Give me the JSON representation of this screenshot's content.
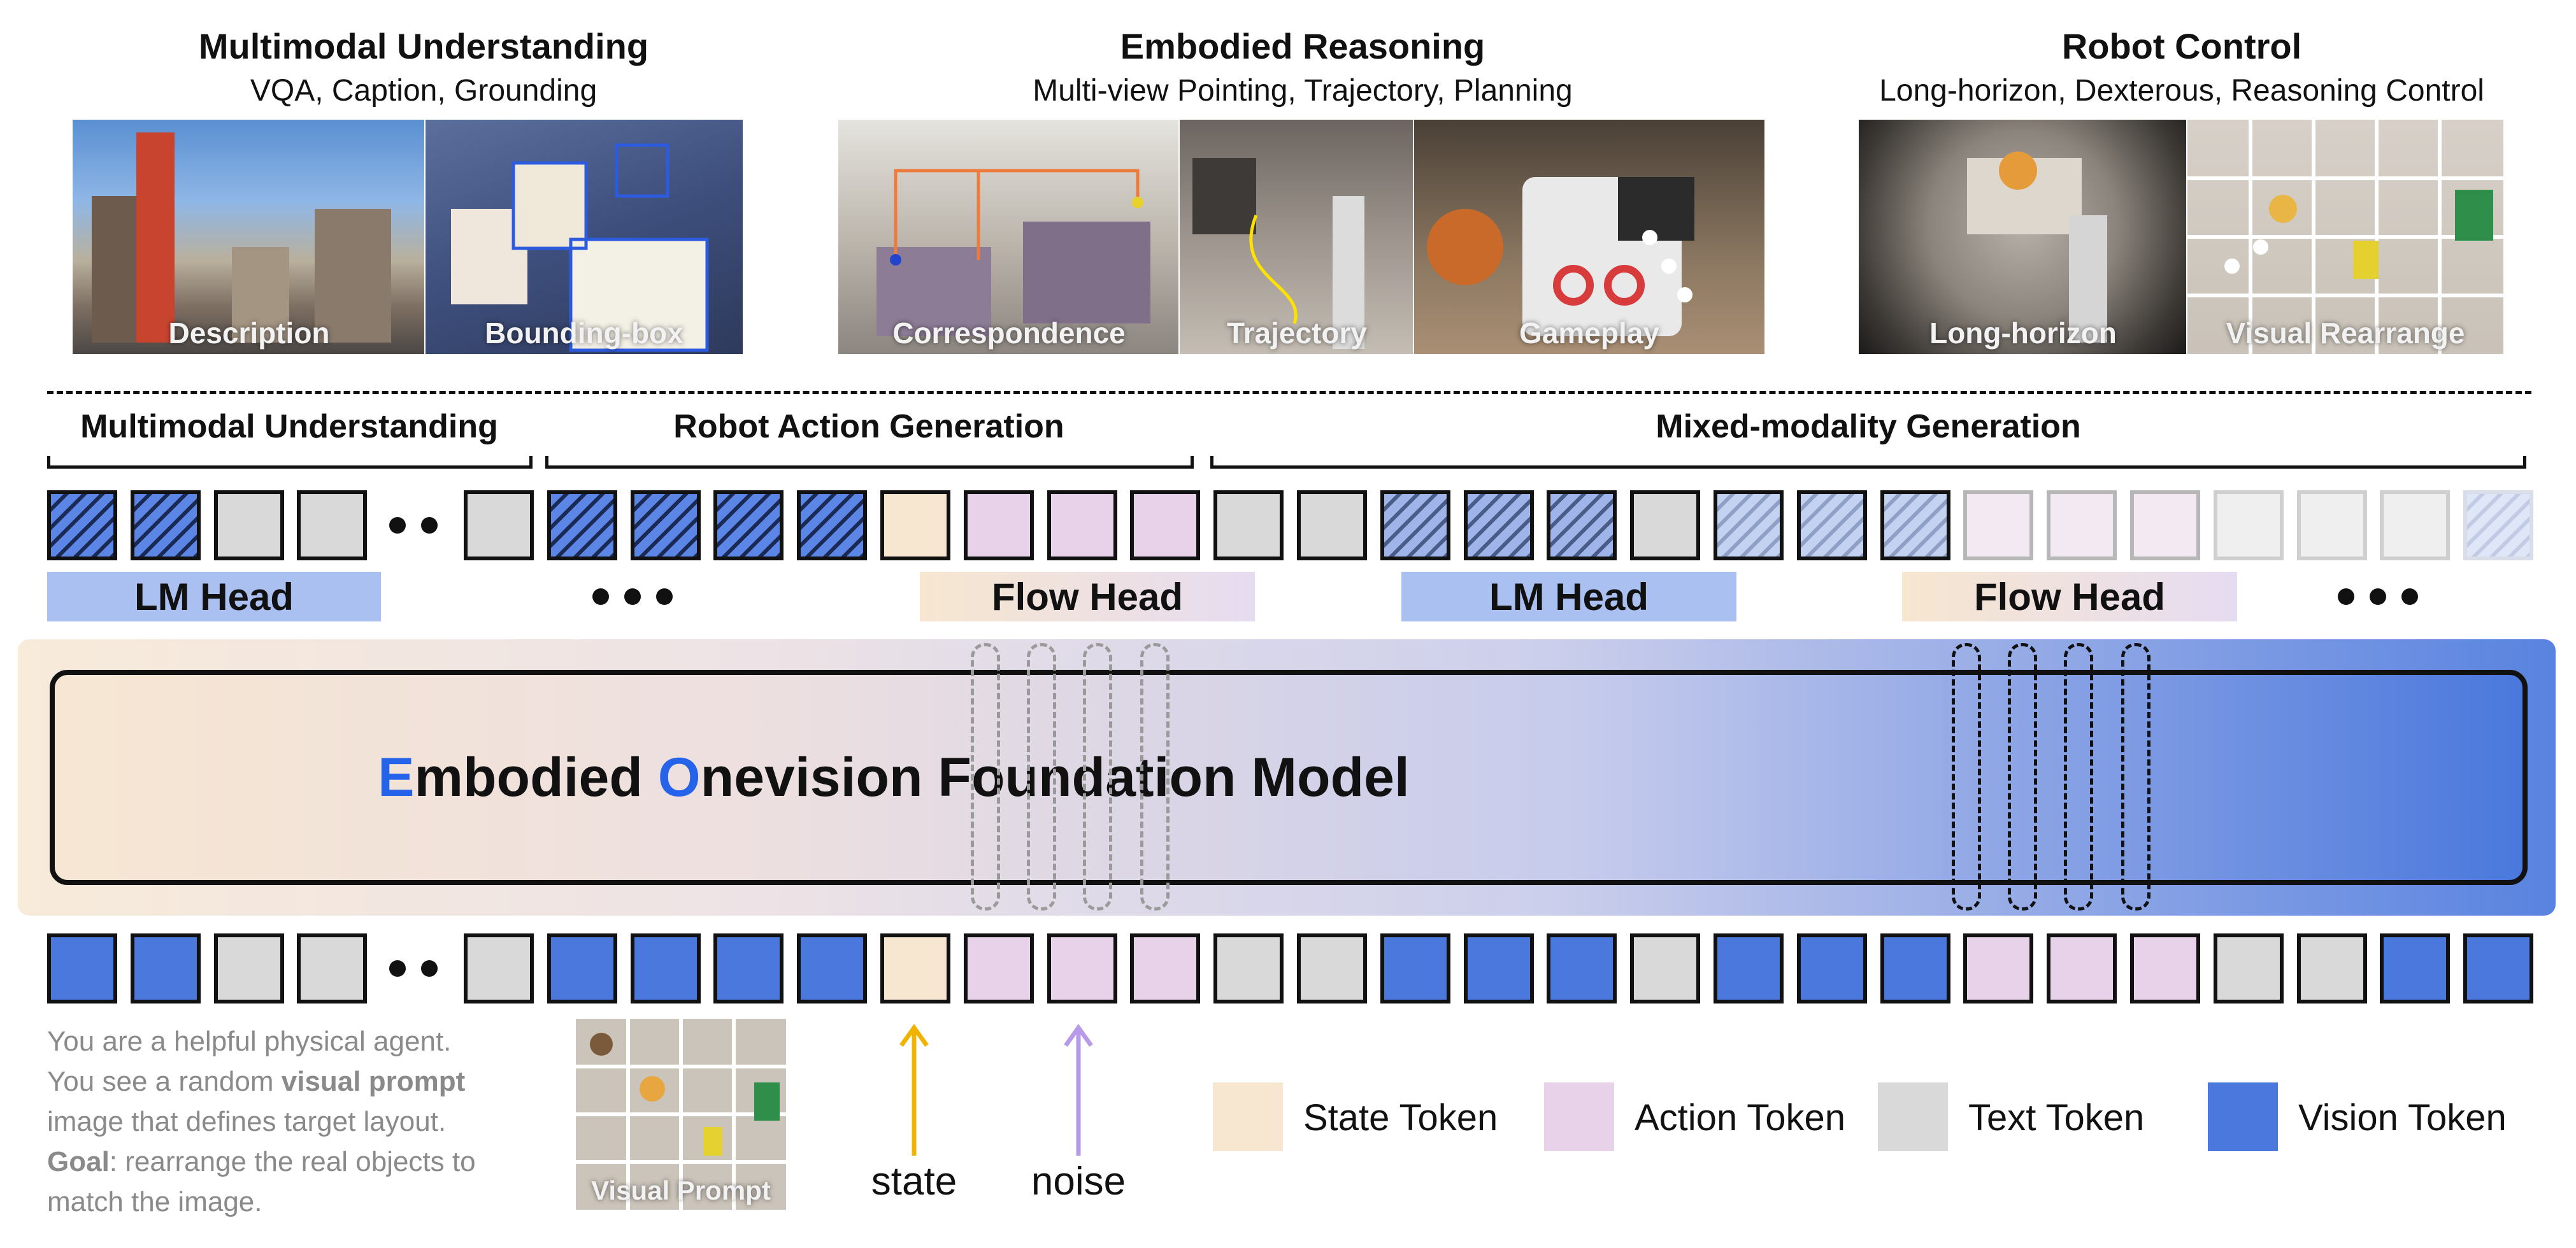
{
  "sections": [
    {
      "title": "Multimodal Understanding",
      "subtitle": "VQA, Caption, Grounding"
    },
    {
      "title": "Embodied Reasoning",
      "subtitle": "Multi-view Pointing, Trajectory, Planning"
    },
    {
      "title": "Robot Control",
      "subtitle": "Long-horizon, Dexterous, Reasoning Control"
    }
  ],
  "photos": [
    {
      "caption": "Description"
    },
    {
      "caption": "Bounding-box"
    },
    {
      "caption": "Correspondence"
    },
    {
      "caption": "Trajectory"
    },
    {
      "caption": "Gameplay"
    },
    {
      "caption": "Long-horizon"
    },
    {
      "caption": "Visual Rearrange"
    }
  ],
  "segments": [
    {
      "label": "Multimodal Understanding"
    },
    {
      "label": "Robot Action Generation"
    },
    {
      "label": "Mixed-modality Generation"
    }
  ],
  "heads": [
    {
      "label": "LM Head"
    },
    {
      "label": "Flow Head"
    },
    {
      "label": "LM Head"
    },
    {
      "label": "Flow Head"
    }
  ],
  "model": {
    "first_letter_1": "E",
    "rest_1": "mbodied ",
    "first_letter_2": "O",
    "rest_2": "nevision Foundation Model"
  },
  "prompt": {
    "line1": "You are a helpful physical agent.",
    "line2a": "You see a random ",
    "line2b": "visual prompt",
    "line3": "image that defines target layout.",
    "line4a": "Goal",
    "line4b": ": rearrange the real objects to",
    "line5": "match the image."
  },
  "visual_prompt_caption": "Visual Prompt",
  "arrows": [
    {
      "label": "state",
      "color": "#f0b400"
    },
    {
      "label": "noise",
      "color": "#b79ae8"
    }
  ],
  "legend": [
    {
      "label": "State Token",
      "color": "#f7e6d0"
    },
    {
      "label": "Action Token",
      "color": "#e8d2ea"
    },
    {
      "label": "Text Token",
      "color": "#d9d9d9"
    },
    {
      "label": "Vision Token",
      "color": "#4a78dd"
    }
  ],
  "colors": {
    "vision": "#4a78dd",
    "text": "#d9d9d9",
    "state": "#f7e6d0",
    "action": "#e8d2ea",
    "accent_letter": "#2563eb"
  },
  "top_tokens": [
    "vh",
    "vh",
    "t",
    "t",
    "dots",
    "t",
    "vh",
    "vh",
    "vh",
    "vh",
    "s",
    "a",
    "a",
    "a",
    "t",
    "t",
    "vhl",
    "vhl",
    "vhl",
    "t",
    "vhll",
    "vhll",
    "vhll",
    "af",
    "af",
    "af",
    "tf",
    "tf",
    "tf",
    "vhf",
    "vhf"
  ],
  "bottom_tokens": [
    "v",
    "v",
    "t",
    "t",
    "dots",
    "t",
    "v",
    "v",
    "v",
    "v",
    "s",
    "a",
    "a",
    "a",
    "t",
    "t",
    "v",
    "v",
    "v",
    "t",
    "v",
    "v",
    "v",
    "a",
    "a",
    "a",
    "t",
    "t",
    "v",
    "v"
  ]
}
